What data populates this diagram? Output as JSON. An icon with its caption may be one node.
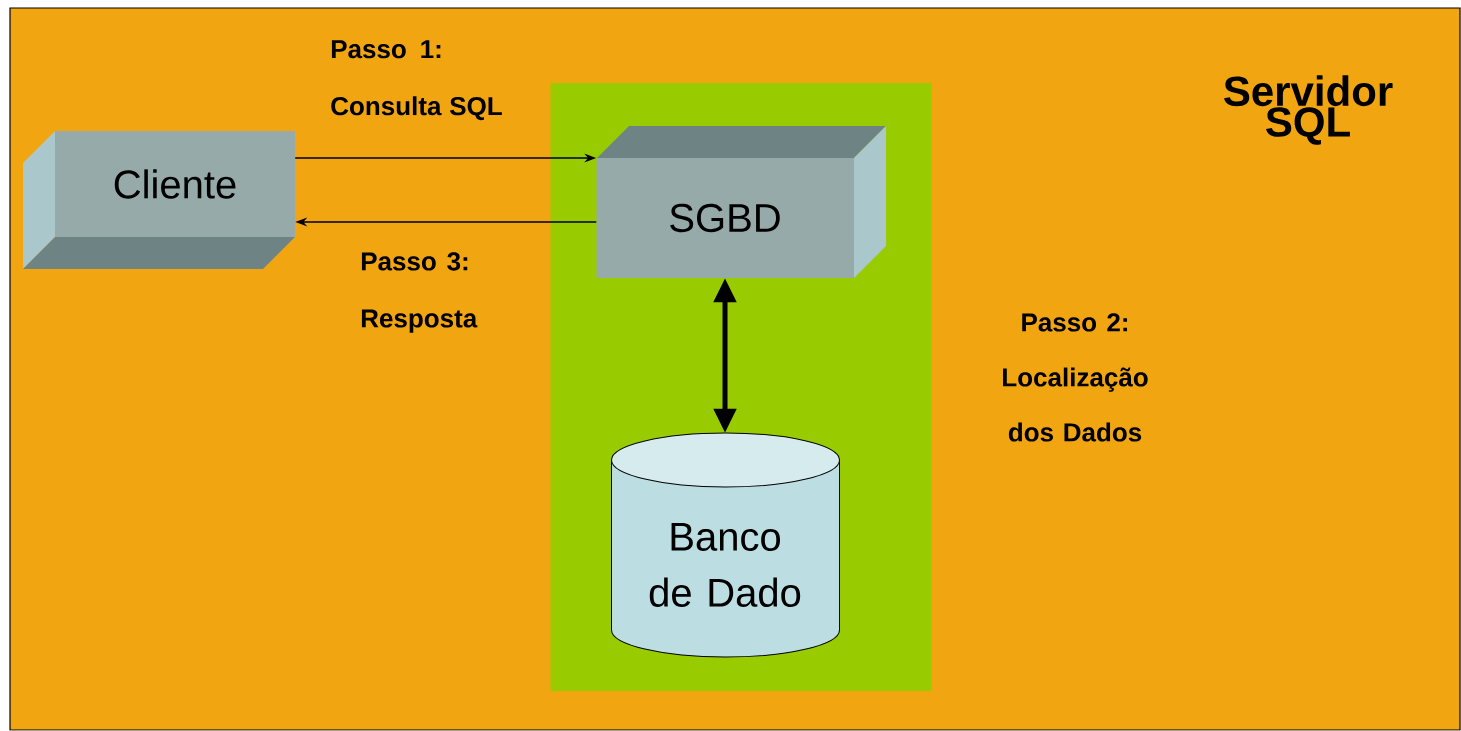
{
  "diagram": {
    "nodes": [
      {
        "text": [
          "Servidor SQL"
        ]
      },
      {
        "text": [
          "Cliente"
        ],
        "in": 0
      },
      {
        "text": [],
        "shape": "box",
        "in": 0
      },
      {
        "text": [
          "SGBD"
        ],
        "in": 2
      },
      {
        "text": [
          "Banco de Dado"
        ],
        "in": 2
      }
    ],
    "edges": [
      {
        "from": 1,
        "to": 3,
        "arrow": "to",
        "label": "Passo 1: Consulta SQL"
      },
      {
        "from": 3,
        "to": 1,
        "arrow": "to",
        "label": "Passo 3: Resposta"
      },
      {
        "from": 3,
        "to": 4,
        "arrow": "both",
        "style": "thick"
      }
    ],
    "labels": [
      "Passo 2: Localização dos Dados"
    ]
  }
}
